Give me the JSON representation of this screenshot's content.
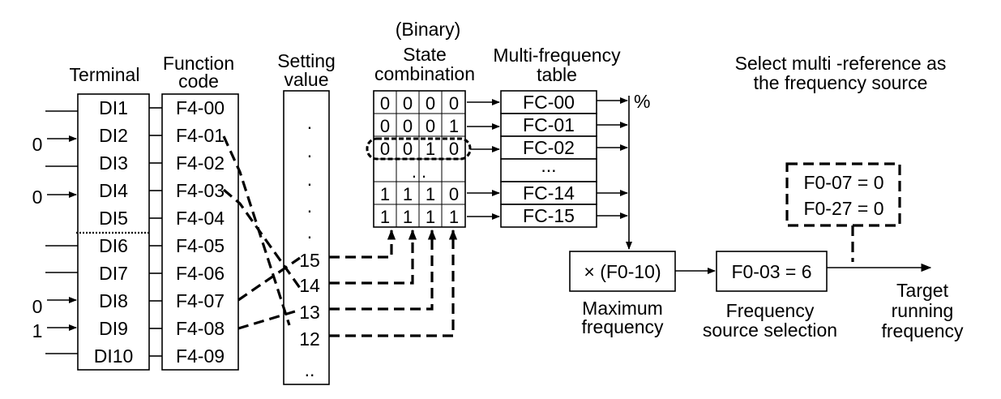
{
  "headers": {
    "terminal": "Terminal",
    "function_code": [
      "Function",
      "code"
    ],
    "setting_value": [
      "Setting",
      "value"
    ],
    "binary": "(Binary)",
    "state_combination": [
      "State",
      "combination"
    ],
    "multi_frequency_table": [
      "Multi-frequency",
      "table"
    ],
    "select_note": [
      "Select multi -reference as",
      "the frequency source"
    ]
  },
  "terminals": [
    "DI1",
    "DI2",
    "DI3",
    "DI4",
    "DI5",
    "DI6",
    "DI7",
    "DI8",
    "DI9",
    "DI10"
  ],
  "terminal_inputs": [
    {
      "terminal": "DI2",
      "value": "0"
    },
    {
      "terminal": "DI4",
      "value": "0"
    },
    {
      "terminal": "DI8",
      "value": "0"
    },
    {
      "terminal": "DI9",
      "value": "1"
    }
  ],
  "function_codes": [
    "F4-00",
    "F4-01",
    "F4-02",
    "F4-03",
    "F4-04",
    "F4-05",
    "F4-06",
    "F4-07",
    "F4-08",
    "F4-09"
  ],
  "setting_values": {
    "dots": [
      ".",
      ".",
      ".",
      ".",
      "."
    ],
    "v15": "15",
    "v14": "14",
    "v13": "13",
    "v12": "12",
    "tail": ".."
  },
  "state_rows": [
    [
      "0",
      "0",
      "0",
      "0"
    ],
    [
      "0",
      "0",
      "0",
      "1"
    ],
    [
      "0",
      "0",
      "1",
      "0"
    ],
    [
      ". ."
    ],
    [
      "1",
      "1",
      "1",
      "0"
    ],
    [
      "1",
      "1",
      "1",
      "1"
    ]
  ],
  "frequency_table": [
    "FC-00",
    "FC-01",
    "FC-02",
    "...",
    "FC-14",
    "FC-15"
  ],
  "percent": "%",
  "max_freq_box": "× (F0-10)",
  "max_freq_label": [
    "Maximum",
    "frequency"
  ],
  "freq_source_box": "F0-03 = 6",
  "freq_source_label": [
    "Frequency",
    "source selection"
  ],
  "params": [
    "F0-07 = 0",
    "F0-27 = 0"
  ],
  "output_label": [
    "Target",
    "running",
    "frequency"
  ]
}
